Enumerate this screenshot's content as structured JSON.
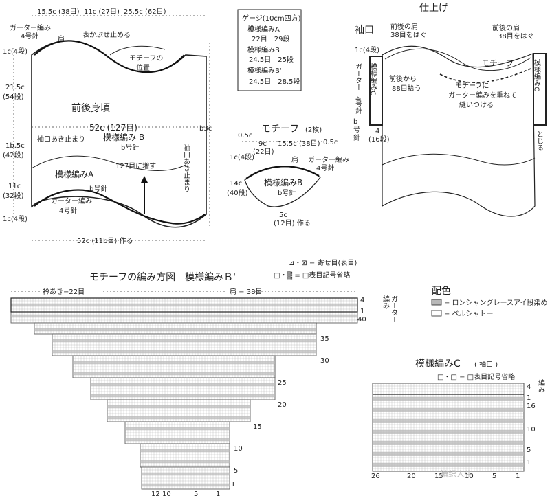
{
  "body": {
    "top_dims": [
      "15.5c (38目)",
      "11c (27目)",
      "25.5c (62目)"
    ],
    "garter_label": [
      "ガーター編み",
      "4号針"
    ],
    "shoulder": "肩",
    "top_note": "表かぶせ止める",
    "motif_position": [
      "モチーフの",
      "位置"
    ],
    "left_dims": [
      "1c(4段)",
      "21.5c",
      "(54段)",
      "1b.5c",
      "(42段)",
      "11c",
      "(32段)",
      "1c(4段)"
    ],
    "title": "前後身頃",
    "width_label": "52c (127目)",
    "sleeve_open": "袖口あき止まり",
    "pattern_b": [
      "模様編み B",
      "b号針"
    ],
    "pattern_a": "模様編みA",
    "increase": "127目に増す",
    "pattern_a_needle": "b号針",
    "garter_bottom": [
      "ガーター編み",
      "4号針"
    ],
    "height": "b3c",
    "sleeve_vertical": "袖口あき止まり",
    "bottom_label": "52c (11b目) 作る"
  },
  "gauge": {
    "title": "ゲージ(10cm四方)",
    "rows": [
      "模様編みA",
      "22目　29段",
      "模様編みB",
      "24.5目　25段",
      "模様編みB'",
      "24.5目　28.5段"
    ]
  },
  "motif": {
    "title": "モチーフ",
    "count": "(2枚)",
    "dims": [
      "0.5c",
      "9c",
      "15.5c (38目)",
      "0.5c",
      "(22目)"
    ],
    "shoulder": "肩",
    "garter": [
      "ガーター編み",
      "4号針"
    ],
    "side": [
      "1c(4段)",
      "14c",
      "(40段)"
    ],
    "pattern": [
      "模様編みB",
      "b号針"
    ],
    "bottom": [
      "5c",
      "(12目) 作る"
    ]
  },
  "finish": {
    "title": "仕上げ",
    "cuff": "袖口",
    "shoulder_l": [
      "前後の肩",
      "38目をはぐ"
    ],
    "shoulder_r": [
      "前後の肩",
      "38目をはぐ"
    ],
    "side_row": "1c(4段)",
    "garter_v": "ガーター",
    "cuff_left_v": "模様編みC",
    "needle_left": "4号針",
    "pickup": [
      "前後から",
      "88目拾う"
    ],
    "motif": "モチーフ",
    "attach": [
      "モチーフに",
      "ガーター編みを重ねて",
      "縫いつける"
    ],
    "needle_bottom": [
      "b",
      "号",
      "針"
    ],
    "rows_16": [
      "4",
      "(16段)"
    ],
    "cuff_right_v": "模様編みC",
    "right_note": "とじる"
  },
  "chart_b": {
    "title": "モチーフの編み方図　模様編みＢ'",
    "legend": [
      "⊿・⊠ = 寄せ目(表目)",
      "□・▒ = □表目記号省略"
    ],
    "top_labels": [
      "衿あき=22目",
      "肩 = 38目"
    ],
    "right_label": [
      "ガーター",
      "編み"
    ],
    "row_nums": [
      "4",
      "1",
      "40",
      "35",
      "30",
      "25",
      "20",
      "15",
      "10",
      "5",
      "1"
    ],
    "bottom_nums": [
      "12",
      "10",
      "5",
      "1"
    ]
  },
  "color": {
    "title": "配色",
    "items": [
      "= ロンシャングレースアイ段染め",
      "= ベルシャトー"
    ]
  },
  "chart_c": {
    "title": "模様編みC",
    "subtitle": "( 袖口 )",
    "legend": "□・□ = □表目記号省略",
    "right_label": "編み",
    "row_nums": [
      "4",
      "1",
      "16",
      "10",
      "5",
      "1"
    ],
    "bottom_nums": [
      "26",
      "20",
      "15",
      "10",
      "5",
      "1"
    ],
    "watermark": "编织人生"
  },
  "colors": {
    "ink": "#222222",
    "shade": "#b8b8b8",
    "grid": "#9a9a9a"
  }
}
